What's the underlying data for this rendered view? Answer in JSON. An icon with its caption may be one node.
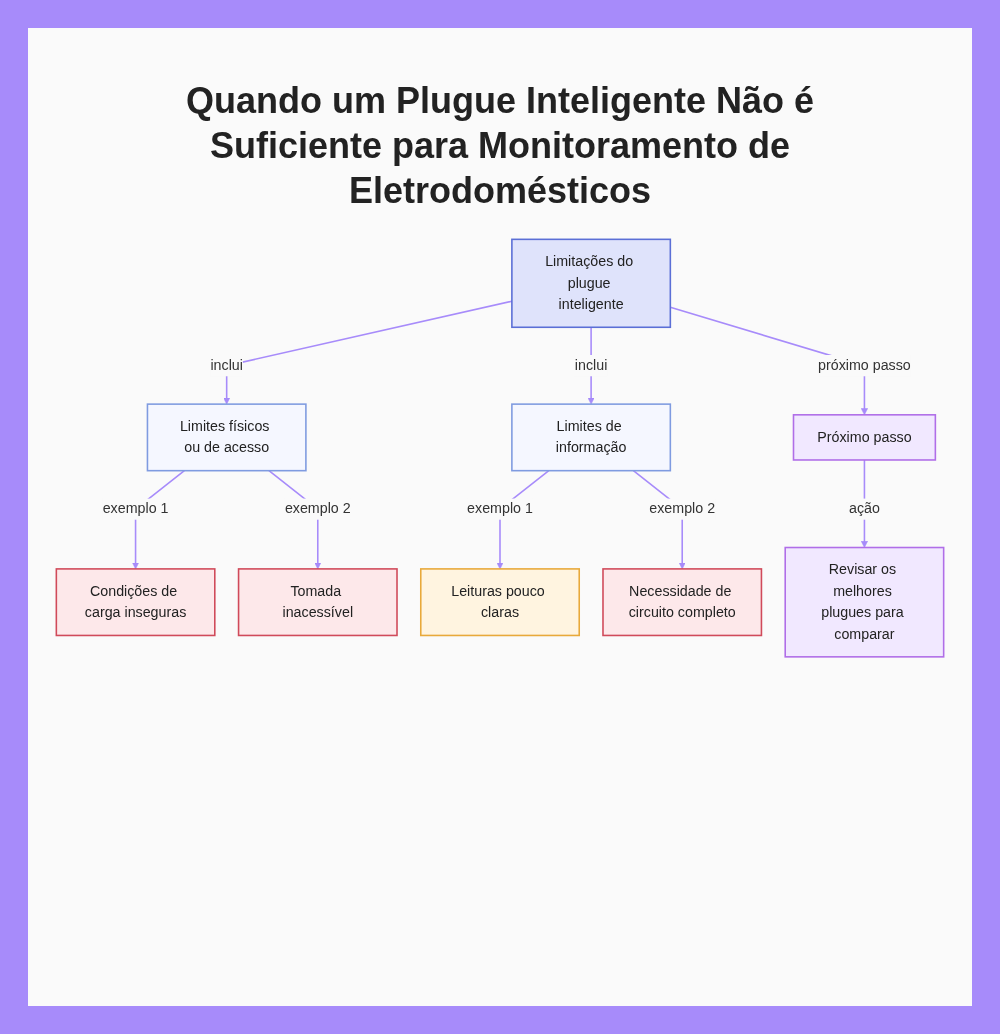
{
  "diagram": {
    "title": "Quando um Plugue Inteligente Não é Suficiente para Monitoramento de Eletrodomésticos",
    "nodes": [
      {
        "text": [
          "Limitações do plugue inteligente"
        ]
      },
      {
        "text": [
          "Limites físicos ou de acesso"
        ]
      },
      {
        "text": [
          "Limites de informação"
        ]
      },
      {
        "text": [
          "Próximo passo"
        ]
      },
      {
        "text": [
          "Condições de carga inseguras"
        ]
      },
      {
        "text": [
          "Tomada inacessível"
        ]
      },
      {
        "text": [
          "Leituras pouco claras"
        ]
      },
      {
        "text": [
          "Necessidade de circuito completo"
        ]
      },
      {
        "text": [
          "Revisar os melhores plugues para comparar"
        ]
      }
    ],
    "edges": [
      {
        "from": 0,
        "to": 1,
        "arrow": "to",
        "label": "inclui"
      },
      {
        "from": 0,
        "to": 2,
        "arrow": "to",
        "label": "inclui"
      },
      {
        "from": 0,
        "to": 3,
        "arrow": "to",
        "label": "próximo passo"
      },
      {
        "from": 1,
        "to": 4,
        "arrow": "to",
        "label": "exemplo 1"
      },
      {
        "from": 1,
        "to": 5,
        "arrow": "to",
        "label": "exemplo 2"
      },
      {
        "from": 2,
        "to": 6,
        "arrow": "to",
        "label": "exemplo 1"
      },
      {
        "from": 2,
        "to": 7,
        "arrow": "to",
        "label": "exemplo 2"
      },
      {
        "from": 3,
        "to": 8,
        "arrow": "to",
        "label": "ação"
      }
    ]
  }
}
